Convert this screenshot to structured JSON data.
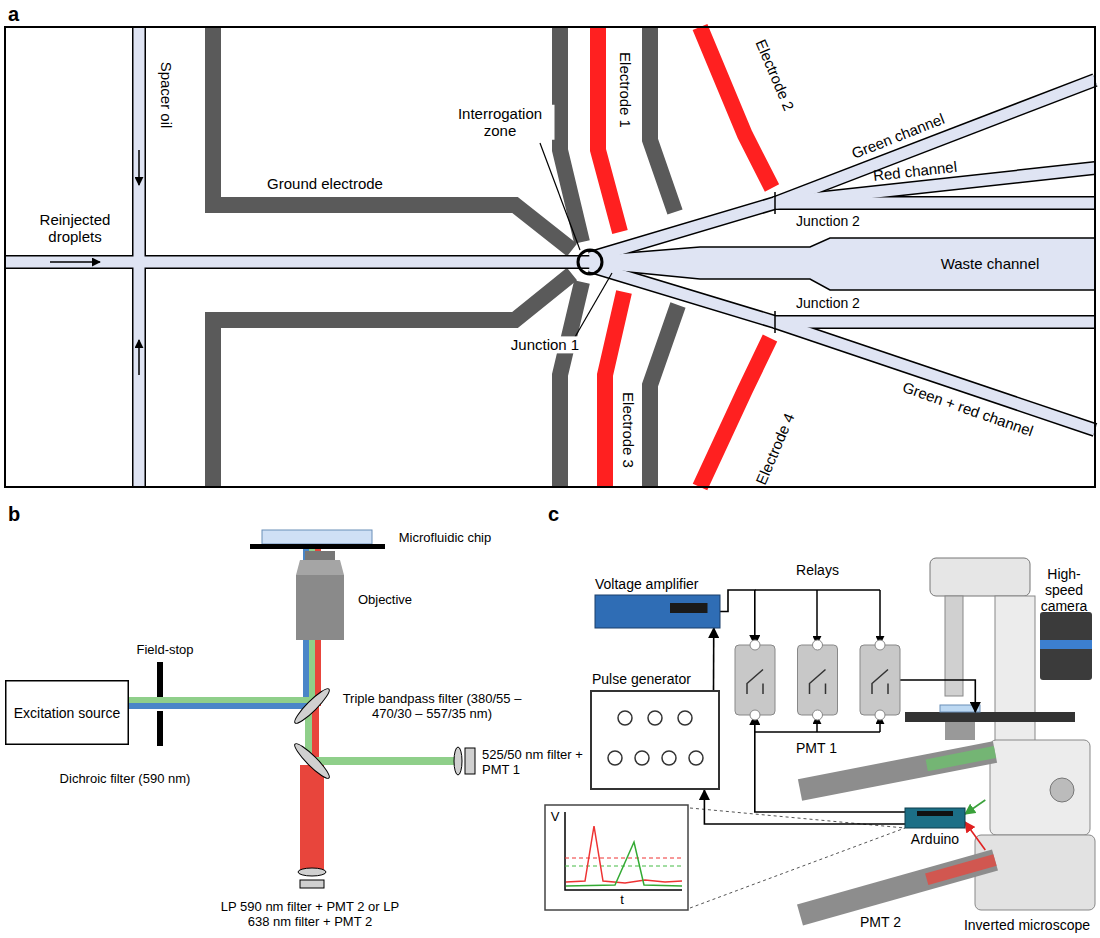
{
  "diagram": {
    "nodes": [
      {
        "text": [
          "Excitation source"
        ]
      },
      {
        "text": [
          "Voltage amplifier"
        ]
      },
      {
        "text": [
          "Relays"
        ]
      },
      {
        "text": [
          "Pulse generator"
        ]
      },
      {
        "text": [
          "Inverted microscope"
        ]
      },
      {
        "text": [
          "PMT 1"
        ]
      },
      {
        "text": [
          "PMT 2"
        ]
      },
      {
        "text": [
          "Arduino"
        ]
      }
    ],
    "edges": [
      {
        "from": 3,
        "to": 1,
        "arrow": "to"
      },
      {
        "from": 1,
        "to": 2,
        "arrow": "to"
      },
      {
        "from": 7,
        "to": 2,
        "arrow": "to"
      },
      {
        "from": 7,
        "to": 3,
        "arrow": "to"
      },
      {
        "from": 2,
        "to": 4,
        "arrow": "to"
      },
      {
        "from": 5,
        "to": 7,
        "arrow": "to"
      },
      {
        "from": 6,
        "to": 7,
        "arrow": "to"
      }
    ],
    "labels": [
      "a",
      "Reinjected droplets",
      "Spacer oil",
      "Ground electrode",
      "Interrogation zone",
      "Junction 1",
      "Electrode 1",
      "Electrode 2",
      "Green channel",
      "Red channel",
      "Junction 2",
      "Waste channel",
      "Junction 2",
      "Electrode 3",
      "Electrode 4",
      "Green + red channel",
      "b",
      "Microfluidic chip",
      "Objective",
      "Field-stop",
      "Triple bandpass filter (380/55 – 470/30 – 557/35 nm)",
      "Dichroic filter (590 nm)",
      "525/50 nm filter + PMT 1",
      "LP 590 nm filter + PMT 2 or LP 638 nm filter + PMT 2",
      "c",
      "High-speed camera",
      "V",
      "t"
    ]
  }
}
